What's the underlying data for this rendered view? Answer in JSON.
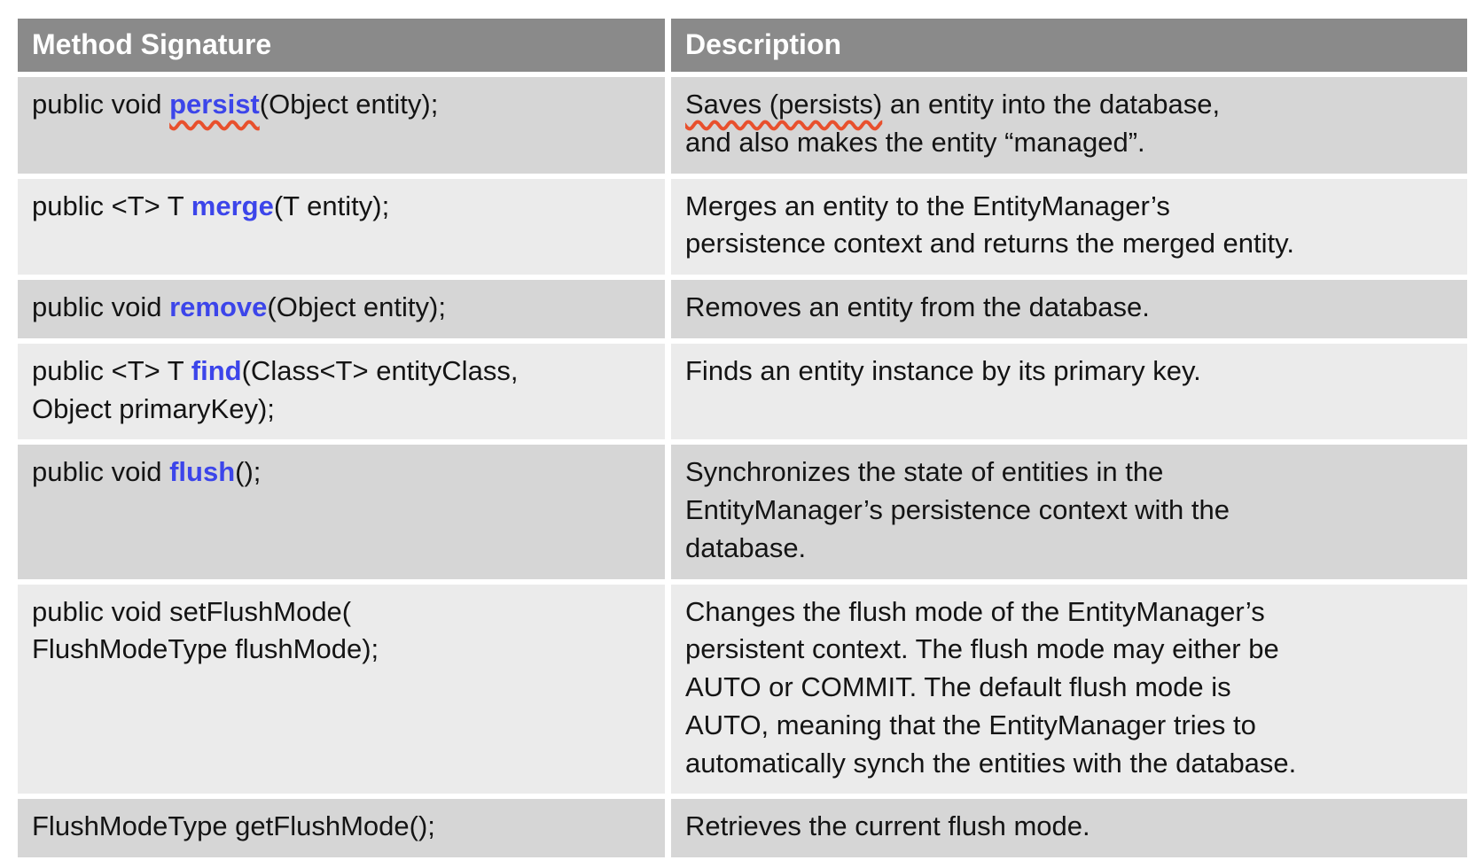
{
  "colors": {
    "header_bg": "#8a8a8a",
    "row_dark": "#d6d6d6",
    "row_light": "#ebebeb",
    "method_blue": "#3c45ea",
    "spellcheck_red": "#e8502d"
  },
  "table": {
    "columns": [
      {
        "label": "Method Signature"
      },
      {
        "label": "Description"
      }
    ],
    "rows": [
      {
        "signature_prefix": "public void ",
        "method_name": "persist",
        "method_spellcheck": true,
        "signature_suffix": "(Object entity);",
        "description_marked": "Saves (persists)",
        "description_rest": " an entity into the database,\nand also makes the entity “managed”."
      },
      {
        "signature_prefix": "public <T> T ",
        "method_name": "merge",
        "method_spellcheck": false,
        "signature_suffix": "(T entity);",
        "description_marked": "",
        "description_rest": "Merges an entity to the EntityManager’s\npersistence context and returns the merged entity."
      },
      {
        "signature_prefix": "public void ",
        "method_name": "remove",
        "method_spellcheck": false,
        "signature_suffix": "(Object entity);",
        "description_marked": "",
        "description_rest": "Removes an entity from the database."
      },
      {
        "signature_prefix": "public <T> T ",
        "method_name": "find",
        "method_spellcheck": false,
        "signature_suffix": "(Class<T> entityClass,\nObject primaryKey);",
        "description_marked": "",
        "description_rest": "Finds an entity instance by its primary key."
      },
      {
        "signature_prefix": "public void ",
        "method_name": "flush",
        "method_spellcheck": false,
        "signature_suffix": "();",
        "description_marked": "",
        "description_rest": "Synchronizes the state of entities in the\nEntityManager’s persistence context with the\ndatabase."
      },
      {
        "signature_prefix": "public void setFlushMode(\nFlushModeType flushMode);",
        "method_name": "",
        "method_spellcheck": false,
        "signature_suffix": "",
        "description_marked": "",
        "description_rest": "Changes the flush mode of the EntityManager’s\npersistent context. The flush mode may either be\nAUTO or COMMIT. The default flush mode is\nAUTO, meaning that the EntityManager tries to\nautomatically synch the entities with the database."
      },
      {
        "signature_prefix": "FlushModeType getFlushMode();",
        "method_name": "",
        "method_spellcheck": false,
        "signature_suffix": "",
        "description_marked": "",
        "description_rest": "Retrieves the current flush mode."
      }
    ]
  }
}
